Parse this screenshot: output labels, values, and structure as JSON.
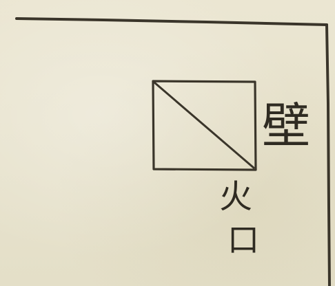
{
  "diagram": {
    "labels": {
      "wall": "壁",
      "fire": "火",
      "mouth": "口"
    },
    "colors": {
      "paper": "#e9e4cf",
      "ink": "#2f2b22"
    }
  }
}
